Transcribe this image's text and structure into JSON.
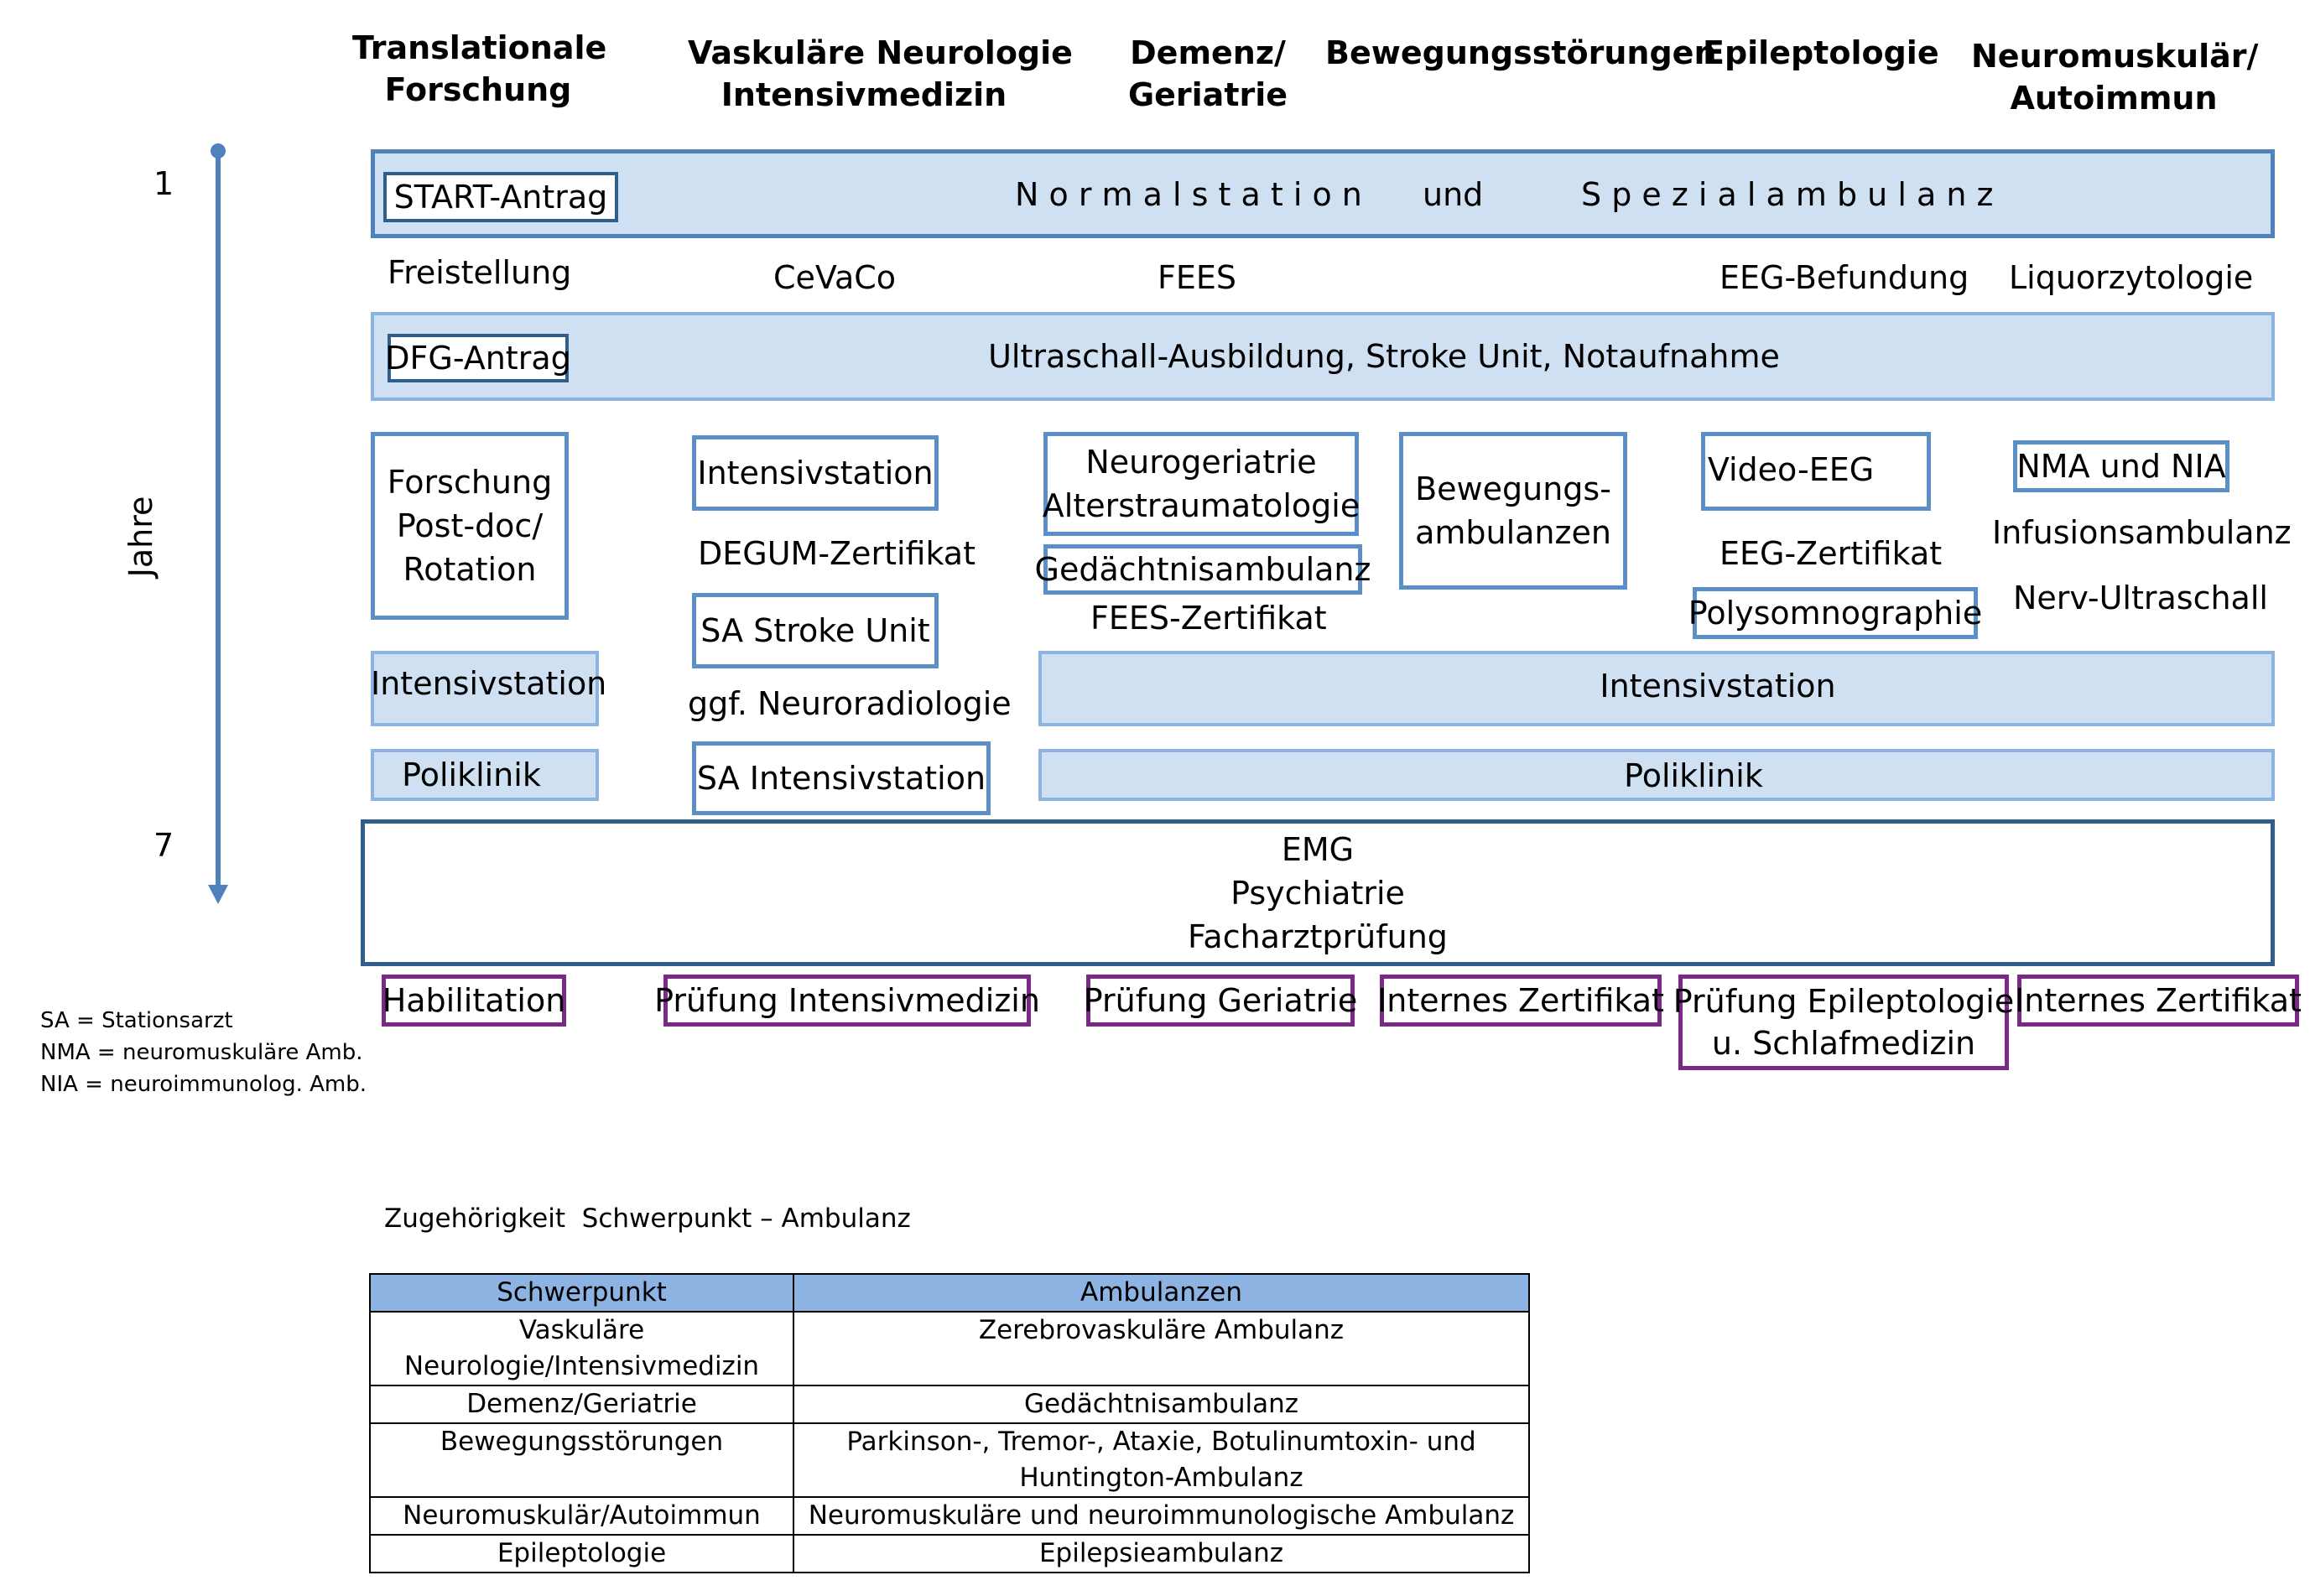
{
  "columns": [
    {
      "lines": [
        "Translationale",
        "Forschung"
      ]
    },
    {
      "lines": [
        "Vaskuläre Neurologie",
        "Intensivmedizin"
      ]
    },
    {
      "lines": [
        "Demenz/",
        "Geriatrie"
      ]
    },
    {
      "lines": [
        "Bewegungsstörungen"
      ]
    },
    {
      "lines": [
        "Epileptologie"
      ]
    },
    {
      "lines": [
        "Neuromuskulär/",
        "Autoimmun"
      ]
    }
  ],
  "timeline": {
    "axis_label": "Jahre",
    "start": "1",
    "end": "7"
  },
  "row1": {
    "box": "START-Antrag",
    "band_parts": [
      "N o r m a l s t a t i o n",
      "und",
      "S p e z i a l a m b u l a n z"
    ]
  },
  "row2": [
    "Freistellung",
    "CeVaCo",
    "FEES",
    "EEG-Befundung",
    "Liquorzytologie"
  ],
  "row3": {
    "box": "DFG-Antrag",
    "band": "Ultraschall-Ausbildung, Stroke Unit, Notaufnahme"
  },
  "research": {
    "box": [
      "Forschung",
      "Post-doc/",
      "Rotation"
    ],
    "icu": "Intensivstation",
    "poli": "Poliklinik"
  },
  "vascular": {
    "box1": "Intensivstation",
    "text1": "DEGUM-Zertifikat",
    "box2": "SA Stroke Unit",
    "text2": "ggf. Neuroradiologie",
    "box3": "SA Intensivstation"
  },
  "dementia": {
    "box1": [
      "Neurogeriatrie",
      "Alterstraumatologie"
    ],
    "box2": "Gedächtnisambulanz",
    "text": "FEES-Zertifikat"
  },
  "movement": {
    "box": [
      "Bewegungs-",
      "ambulanzen"
    ]
  },
  "epilepsy": {
    "box1": "Video-EEG",
    "text": "EEG-Zertifikat",
    "box2": "Polysomnographie"
  },
  "neuromuscular": {
    "box": "NMA und NIA",
    "text1": "Infusionsambulanz",
    "text2": "Nerv-Ultraschall"
  },
  "wide_icu": "Intensivstation",
  "wide_poli": "Poliklinik",
  "final": [
    "EMG",
    "Psychiatrie",
    "Facharztprüfung"
  ],
  "exams": [
    {
      "lines": [
        "Habilitation"
      ]
    },
    {
      "lines": [
        "Prüfung Intensivmedizin"
      ]
    },
    {
      "lines": [
        "Prüfung Geriatrie"
      ]
    },
    {
      "lines": [
        "Internes Zertifikat"
      ]
    },
    {
      "lines": [
        "Prüfung Epileptologie",
        "u. Schlafmedizin"
      ]
    },
    {
      "lines": [
        "Internes Zertifikat"
      ]
    }
  ],
  "legend": [
    "SA = Stationsarzt",
    "NMA = neuromuskuläre Amb.",
    "NIA = neuroimmunolog. Amb."
  ],
  "table": {
    "caption": "Zugehörigkeit  Schwerpunkt – Ambulanz",
    "headers": [
      "Schwerpunkt",
      "Ambulanzen"
    ],
    "rows": [
      {
        "focus": [
          "Vaskuläre",
          "Neurologie/Intensivmedizin"
        ],
        "clinics": [
          "Zerebrovaskuläre Ambulanz"
        ]
      },
      {
        "focus": [
          "Demenz/Geriatrie"
        ],
        "clinics": [
          "Gedächtnisambulanz"
        ]
      },
      {
        "focus": [
          "Bewegungsstörungen"
        ],
        "clinics": [
          "Parkinson-, Tremor-, Ataxie, Botulinumtoxin- und",
          "Huntington-Ambulanz"
        ]
      },
      {
        "focus": [
          "Neuromuskulär/Autoimmun"
        ],
        "clinics": [
          "Neuromuskuläre und neuroimmunologische Ambulanz"
        ]
      },
      {
        "focus": [
          "Epileptologie"
        ],
        "clinics": [
          "Epilepsieambulanz"
        ]
      }
    ]
  },
  "colors": {
    "band_fill": "#cfe0f2",
    "band_border": "#8db3e2",
    "box_border": "#5b8fc7",
    "exam_border": "#7a2a86",
    "table_header": "#8db3e2"
  }
}
